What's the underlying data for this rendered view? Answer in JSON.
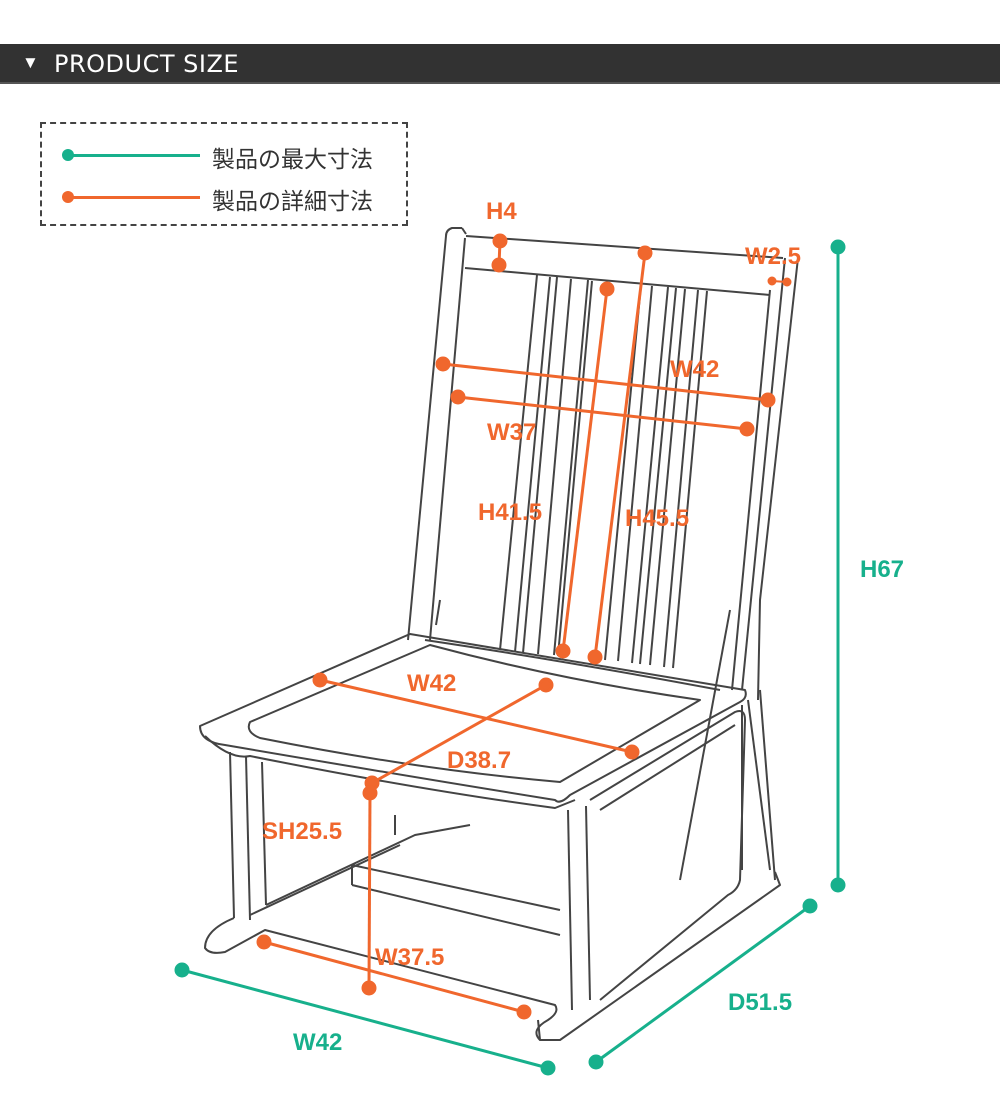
{
  "header": {
    "icon": "triangle-down-icon",
    "title": "PRODUCT SIZE"
  },
  "legend": [
    {
      "label": "製品の最大寸法",
      "color": "#17b08c"
    },
    {
      "label": "製品の詳細寸法",
      "color": "#f0672d"
    }
  ],
  "colors": {
    "max": "#17b08c",
    "detail": "#f0672d",
    "outline": "#444444"
  },
  "dimensions": {
    "max": {
      "height": "H67",
      "width": "W42",
      "depth": "D51.5"
    },
    "detail": {
      "top_rail_height": "H4",
      "post_width": "W2.5",
      "back_outer_width": "W42",
      "back_inner_width": "W37",
      "back_inner_height": "H41.5",
      "back_outer_height": "H45.5",
      "seat_width": "W42",
      "seat_depth": "D38.7",
      "seat_height": "SH25.5",
      "base_width": "W37.5"
    }
  }
}
